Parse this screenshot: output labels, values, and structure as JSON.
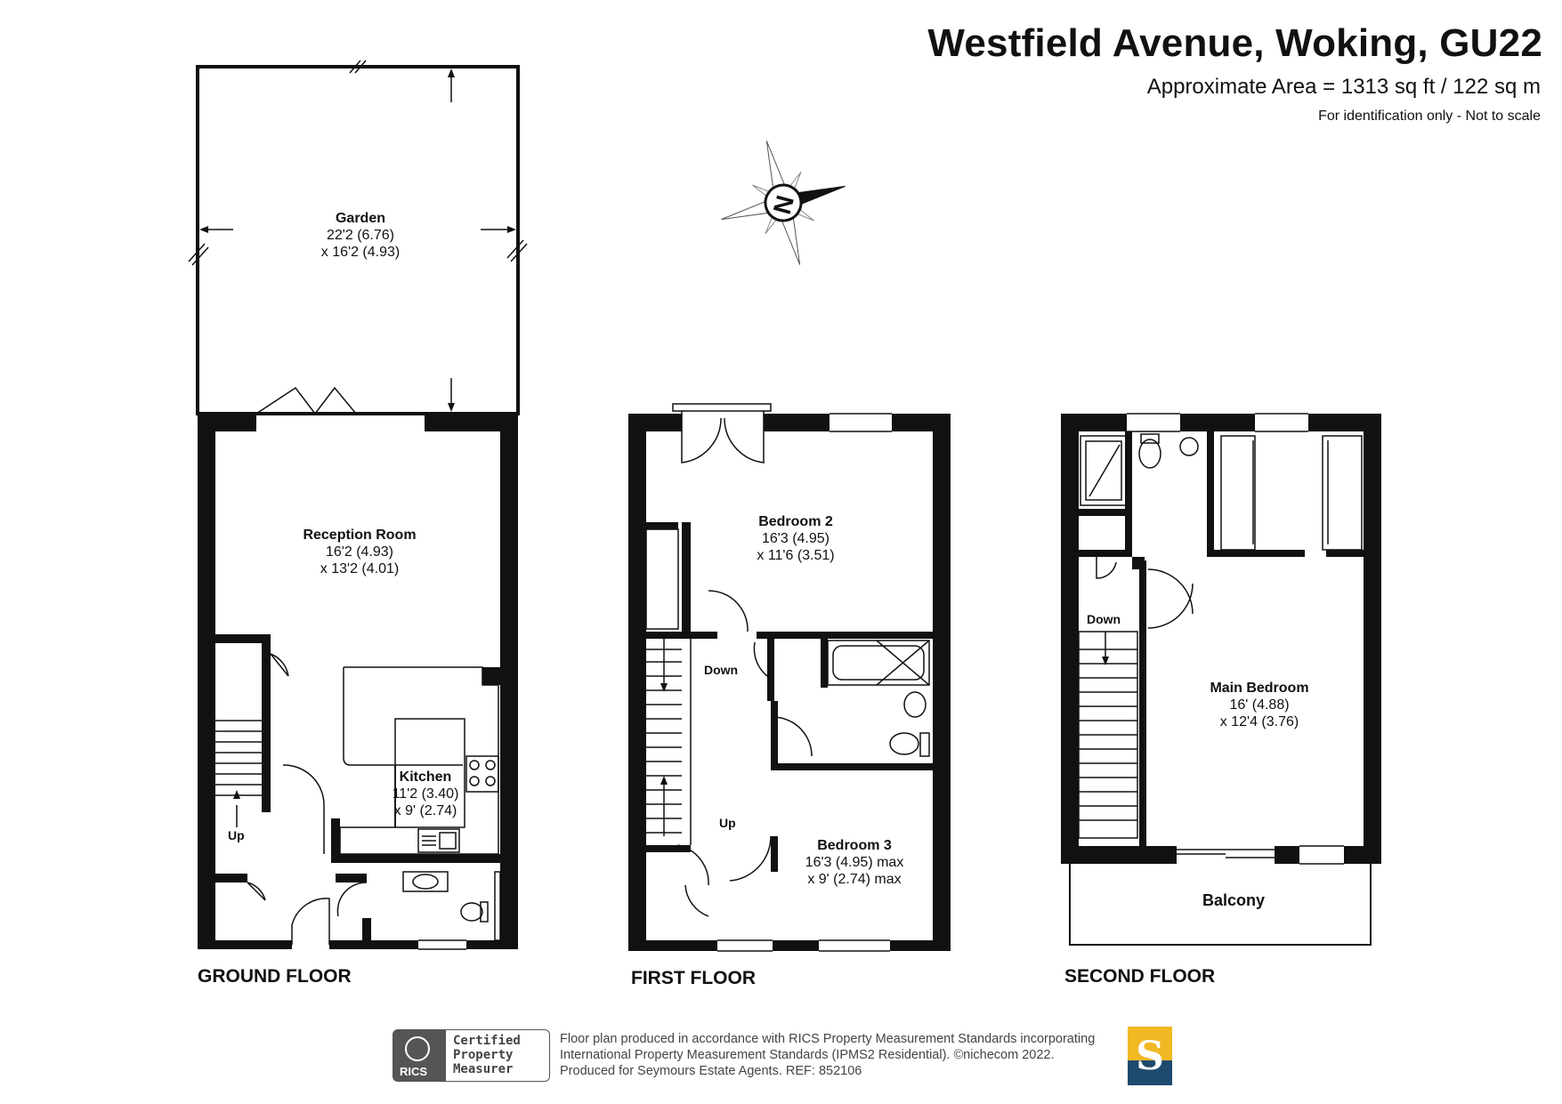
{
  "header": {
    "title": "Westfield Avenue, Woking, GU22",
    "area": "Approximate Area = 1313 sq ft / 122 sq m",
    "disclaimer": "For identification only - Not to scale"
  },
  "compass": {
    "label": "N"
  },
  "floors": {
    "ground": {
      "label": "GROUND FLOOR"
    },
    "first": {
      "label": "FIRST FLOOR"
    },
    "second": {
      "label": "SECOND FLOOR"
    }
  },
  "rooms": {
    "garden": {
      "name": "Garden",
      "dim1": "22'2 (6.76)",
      "dim2": "x 16'2 (4.93)"
    },
    "reception": {
      "name": "Reception Room",
      "dim1": "16'2 (4.93)",
      "dim2": "x 13'2 (4.01)"
    },
    "kitchen": {
      "name": "Kitchen",
      "dim1": "11'2 (3.40)",
      "dim2": "x 9' (2.74)"
    },
    "bedroom2": {
      "name": "Bedroom 2",
      "dim1": "16'3 (4.95)",
      "dim2": "x 11'6 (3.51)"
    },
    "bedroom3": {
      "name": "Bedroom 3",
      "dim1": "16'3 (4.95) max",
      "dim2": "x 9' (2.74) max"
    },
    "main_bedroom": {
      "name": "Main Bedroom",
      "dim1": "16' (4.88)",
      "dim2": "x 12'4 (3.76)"
    },
    "balcony": {
      "name": "Balcony"
    }
  },
  "stairs": {
    "ground_up": "Up",
    "first_down": "Down",
    "first_up": "Up",
    "second_down": "Down"
  },
  "footer": {
    "line1": "Floor plan produced in accordance with RICS Property Measurement Standards incorporating",
    "line2": "International Property Measurement Standards (IPMS2 Residential).   ©nichecom 2022.",
    "line3": "Produced for Seymours Estate Agents.   REF:  852106",
    "badge_line1": "Certified",
    "badge_line2": "Property",
    "badge_line3": "Measurer",
    "badge_org": "RICS",
    "brand_letter": "S"
  },
  "colors": {
    "wall": "#111111",
    "brand_navy": "#1e4a6e",
    "brand_gold": "#f2b824",
    "badge_grey": "#555555"
  }
}
